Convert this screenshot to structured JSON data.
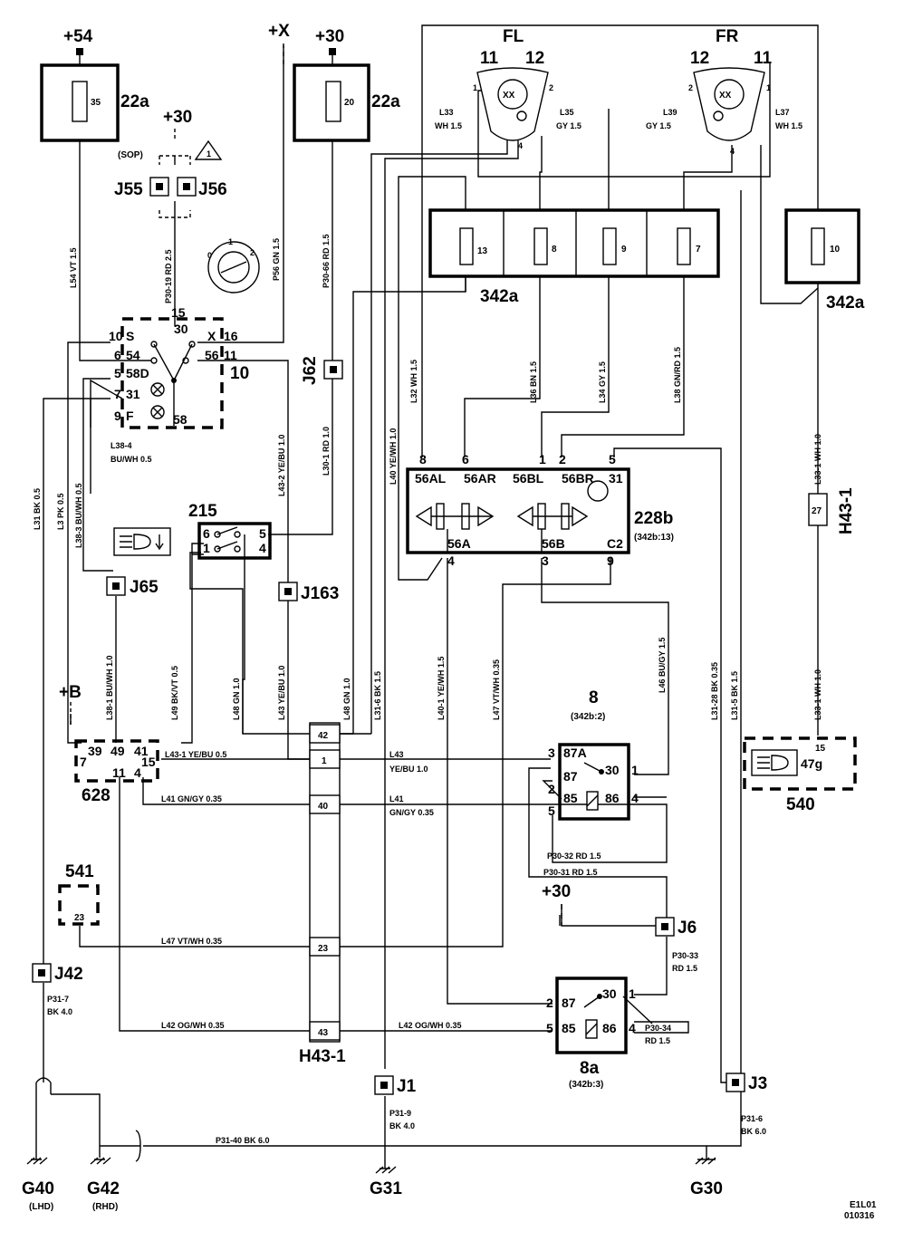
{
  "supplies": {
    "p54": "+54",
    "px": "+X",
    "p30a": "+30",
    "p30b": "+30",
    "p30c": "+30",
    "pb": "+B"
  },
  "fuses": {
    "f35": "35",
    "f20": "20",
    "f13": "13",
    "f8": "8",
    "f9": "9",
    "f7": "7",
    "f10": "10",
    "box22a_1": "22a",
    "box22a_2": "22a",
    "box342a_1": "342a",
    "box342a_2": "342a"
  },
  "lamps": {
    "fl": "FL",
    "fr": "FR",
    "fl_11": "11",
    "fl_12": "12",
    "fr_12": "12",
    "fr_11": "11",
    "xx": "XX"
  },
  "splices": {
    "j55": "J55",
    "j56": "J56",
    "sop": "(SOP)",
    "warn": "1",
    "j62": "J62",
    "j65": "J65",
    "j163": "J163",
    "j42": "J42",
    "j1": "J1",
    "j3": "J3",
    "j6": "J6"
  },
  "switch10": {
    "id": "10",
    "p15": "15",
    "p30": "30",
    "s": "S",
    "x": "X",
    "p54": "54",
    "p56": "56",
    "p58d": "58D",
    "p31": "31",
    "f": "F",
    "p58": "58",
    "n10": "10",
    "n16": "16",
    "n6": "6",
    "n11": "11",
    "n5": "5",
    "n9": "9",
    "n7": "7",
    "dial0": "0",
    "dial1": "1",
    "dial2": "2"
  },
  "switch215": {
    "id": "215",
    "p6": "6",
    "p5": "5",
    "p1": "1",
    "p4": "4"
  },
  "module228b": {
    "id": "228b",
    "ref": "(342b:13)",
    "p8": "8",
    "p6": "6",
    "p1": "1",
    "p2": "2",
    "p5": "5",
    "p31": "31",
    "p4": "4",
    "p3": "3",
    "p9": "9",
    "c2": "C2",
    "a56al": "56AL",
    "a56ar": "56AR",
    "a56bl": "56BL",
    "a56br": "56BR",
    "a56a": "56A",
    "a56b": "56B"
  },
  "relay8": {
    "id": "8",
    "ref": "(342b:2)",
    "p87a": "87A",
    "p87": "87",
    "p30": "30",
    "p85": "85",
    "p86": "86",
    "n3": "3",
    "n2": "2",
    "n1": "1",
    "n4": "4",
    "n5": "5"
  },
  "relay8a": {
    "id": "8a",
    "ref": "(342b:3)",
    "p87": "87",
    "p30": "30",
    "p85": "85",
    "p86": "86",
    "n2": "2",
    "n1": "1",
    "n5": "5",
    "n4": "4"
  },
  "module628": {
    "id": "628",
    "p39": "39",
    "p49": "49",
    "p41": "41",
    "p7": "7",
    "p15": "15",
    "p11": "11",
    "p4": "4"
  },
  "module540": {
    "id": "540",
    "p15": "15",
    "txt": "47g"
  },
  "module541": {
    "id": "541",
    "p23": "23"
  },
  "connector": {
    "id1": "H43-1",
    "id2": "H43-1",
    "c27": "27",
    "c42": "42",
    "c1": "1",
    "c40": "40",
    "c23": "23",
    "c43": "43"
  },
  "grounds": {
    "g40": "G40",
    "g40s": "(LHD)",
    "g42": "G42",
    "g42s": "(RHD)",
    "g31": "G31",
    "g30": "G30"
  },
  "doc": {
    "code": "E1L01",
    "date": "010316"
  },
  "wires": {
    "l54": "L54   VT   1.5",
    "p30_19": "P30-19   RD   2.5",
    "p56": "P56   GN   1.5",
    "p30_66": "P30-66   RD   1.5",
    "l33": "L33",
    "l33s": "WH  1.5",
    "l35": "L35",
    "l35s": "GY  1.5",
    "l39": "L39",
    "l39s": "GY  1.5",
    "l37": "L37",
    "l37s": "WH  1.5",
    "l32": "L32   WH   1.5",
    "l36": "L36   BN   1.5",
    "l34": "L34   GY   1.5",
    "l38": "L38   GN/RD   1.5",
    "l40": "L40   YE/WH   1.0",
    "l43_2": "L43-2   YE/BU   1.0",
    "l30_1": "L30-1   RD   1.0",
    "l33_1": "L33-1   WH   1.0",
    "l38_4": "L38-4",
    "l38_4s": "BU/WH   0.5",
    "l31": "L31   BK   0.5",
    "l3": "L3   PK   0.5",
    "l38_3": "L38-3   BU/WH   0.5",
    "l38_1": "L38-1   BU/WH   1.0",
    "l49": "L49   BK/VT   0.5",
    "l48a": "L48   GN   1.0",
    "l43": "L43   YE/BU   1.0",
    "l48b": "L48   GN   1.0",
    "l31_6": "L31-6   BK   1.5",
    "l40_1": "L40-1   YE/WH   1.5",
    "l47": "L47   VT/WH   0.35",
    "l46": "L46   BU/GY   1.5",
    "l31_28": "L31-28   BK   0.35",
    "l31_5": "L31-5   BK   1.5",
    "l33_1b": "L33-1   WH   1.0",
    "h_l43_1": "L43-1   YE/BU   0.5",
    "h_l43": "L43",
    "h_l43s": "YE/BU   1.0",
    "h_l41a": "L41   GN/GY   0.35",
    "h_l41b": "L41",
    "h_l41bs": "GN/GY   0.35",
    "p30_32": "P30-32   RD   1.5",
    "p30_31": "P30-31   RD   1.5",
    "h_l47": "L47   VT/WH   0.35",
    "p30_33": "P30-33",
    "p30_33s": "RD   1.5",
    "p31_7": "P31-7",
    "p31_7s": "BK   4.0",
    "h_l42a": "L42   OG/WH   0.35",
    "h_l42b": "L42   OG/WH   0.35",
    "p30_34": "P30-34",
    "p30_34s": "RD   1.5",
    "p31_9": "P31-9",
    "p31_9s": "BK   4.0",
    "p31_6": "P31-6",
    "p31_6s": "BK   6.0",
    "p31_40": "P31-40   BK   6.0"
  }
}
